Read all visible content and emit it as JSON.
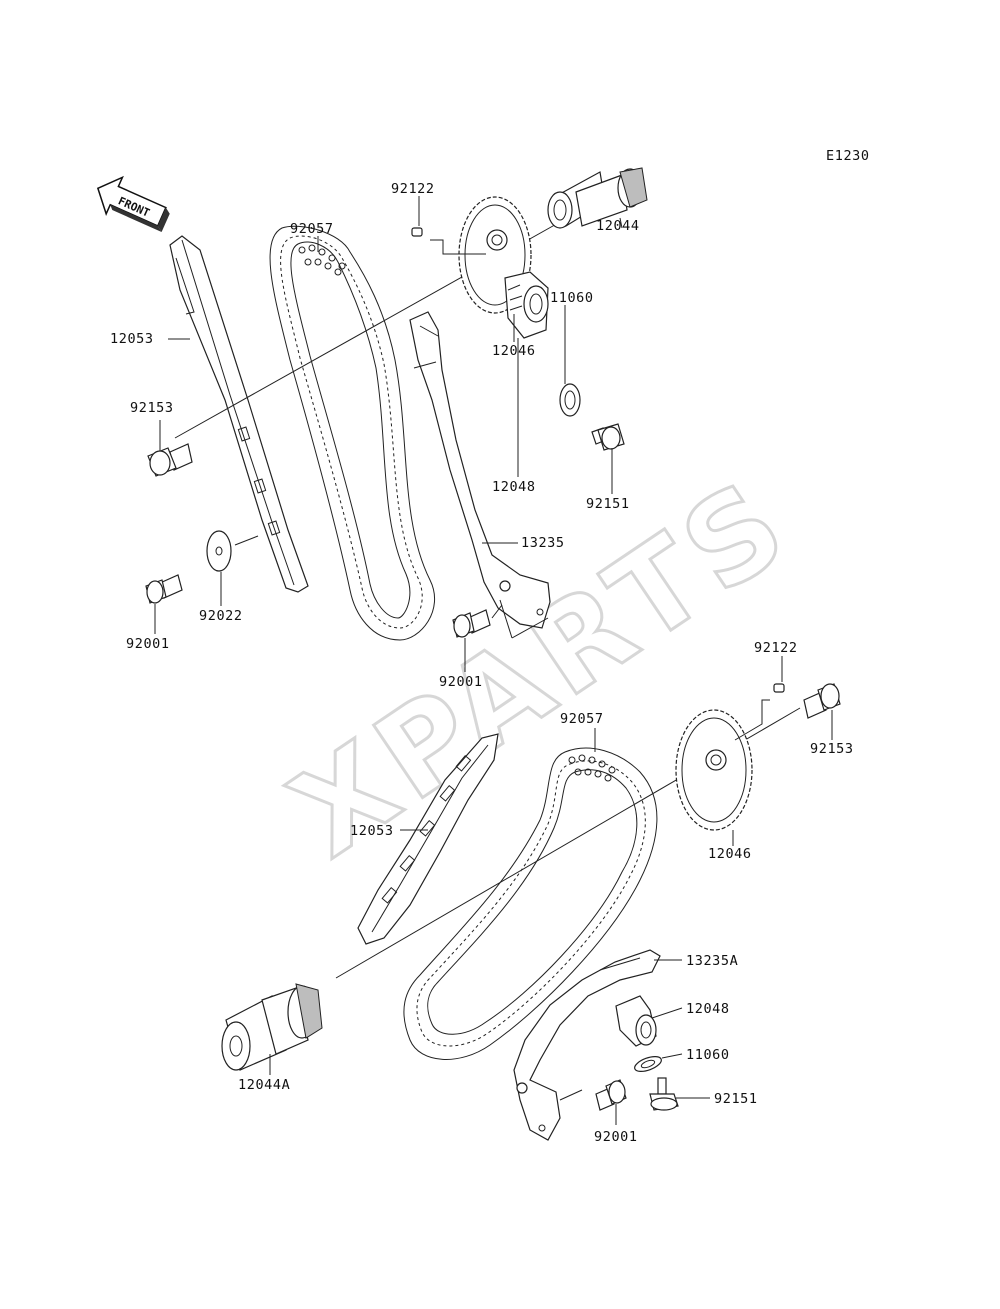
{
  "diagram_code": "E1230",
  "front_label": "FRONT",
  "watermark": "XPARTS",
  "labels": {
    "l92122a": "92122",
    "l92057a": "92057",
    "l12044": "12044",
    "l12053a": "12053",
    "l12046a": "12046",
    "l11060a": "11060",
    "l92153a": "92153",
    "l12048a": "12048",
    "l92151a": "92151",
    "l13235": "13235",
    "l92022": "92022",
    "l92001a": "92001",
    "l92001b": "92001",
    "l92122b": "92122",
    "l92057b": "92057",
    "l92153b": "92153",
    "l12053b": "12053",
    "l12046b": "12046",
    "l13235A": "13235A",
    "l12048b": "12048",
    "l11060b": "11060",
    "l12044A": "12044A",
    "l92151b": "92151",
    "l92001c": "92001"
  }
}
